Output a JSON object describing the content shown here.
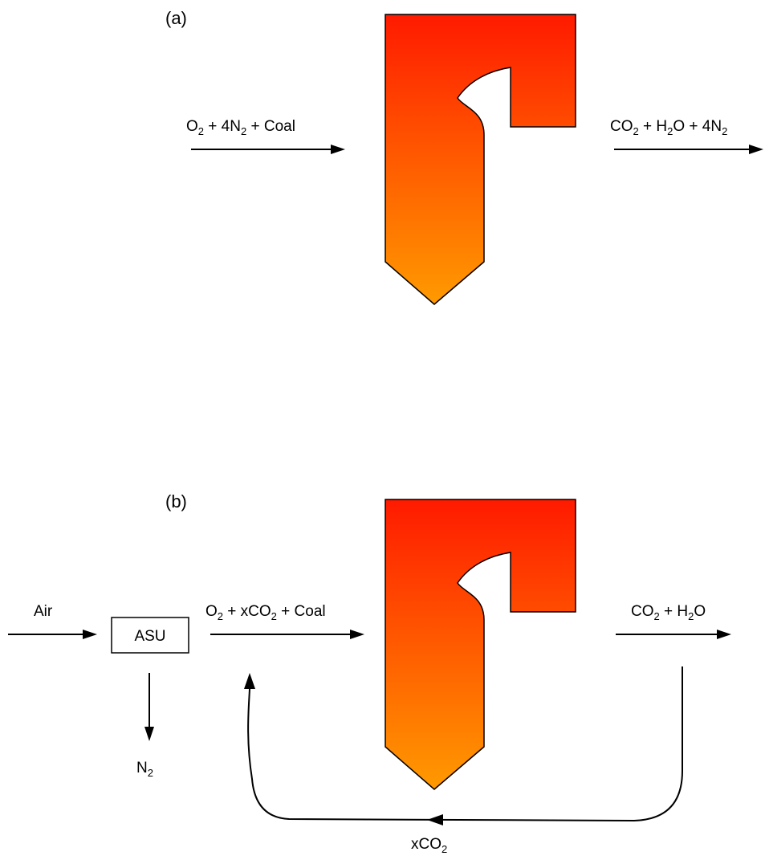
{
  "panel_a": {
    "label": "(a)",
    "inlet": {
      "t1": "O",
      "s1": "2",
      "t2": " + 4N",
      "s2": "2",
      "t3": " + Coal"
    },
    "outlet": {
      "t1": "CO",
      "s1": "2",
      "t2": " + H",
      "s2": "2",
      "t3": "O + 4N",
      "s3": "2"
    }
  },
  "panel_b": {
    "label": "(b)",
    "air": "Air",
    "asu": "ASU",
    "n2": {
      "t1": "N",
      "s1": "2"
    },
    "inlet": {
      "t1": "O",
      "s1": "2",
      "t2": " + xCO",
      "s2": "2",
      "t3": " + Coal"
    },
    "outlet": {
      "t1": "CO",
      "s1": "2",
      "t2": " + H",
      "s2": "2",
      "t3": "O"
    },
    "recycle": {
      "t1": "xCO",
      "s1": "2"
    }
  },
  "colors": {
    "boiler_top": "#ff1a00",
    "boiler_bottom": "#ff9a00",
    "stroke": "#000000"
  }
}
